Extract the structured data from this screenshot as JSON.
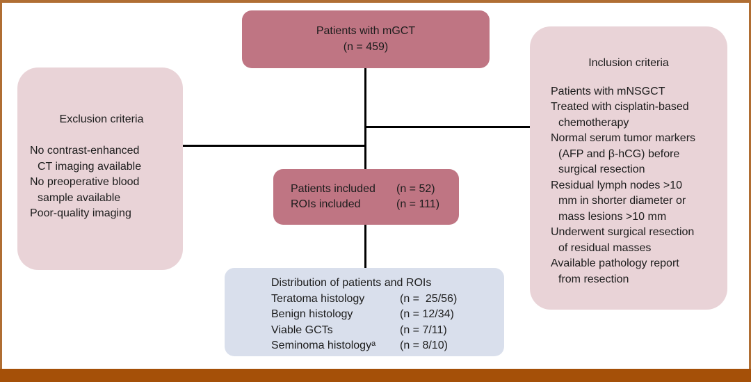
{
  "colors": {
    "dark_pink_box": "#bf7583",
    "light_pink_box": "#e9d3d7",
    "light_blue_box": "#d9dfec",
    "frame_border": "#b06e33",
    "bottom_band": "#a55008",
    "connector_line": "#000000"
  },
  "top_box": {
    "line1": "Patients with mGCT",
    "line2": "(n = 459)"
  },
  "exclusion_box": {
    "title": "Exclusion criteria",
    "lines": [
      "No contrast-enhanced",
      "CT imaging available",
      "No preoperative blood",
      "sample available",
      "Poor-quality imaging"
    ]
  },
  "inclusion_box": {
    "title": "Inclusion criteria",
    "lines": [
      "Patients with mNSGCT",
      "Treated with cisplatin-based",
      "chemotherapy",
      "Normal serum tumor markers",
      "(AFP and β-hCG) before",
      "surgical resection",
      "Residual lymph nodes >10",
      "mm in shorter diameter or",
      "mass lesions >10 mm",
      "Underwent surgical resection",
      "of residual masses",
      "Available pathology report",
      "from resection"
    ]
  },
  "included_box": {
    "rows": [
      {
        "label": "Patients included",
        "value": "(n = 52)"
      },
      {
        "label": "ROIs included",
        "value": "(n = 111)"
      }
    ]
  },
  "distribution_box": {
    "title": "Distribution of patients and ROIs",
    "rows": [
      {
        "label": "Teratoma histology",
        "value": "(n =  25/56)"
      },
      {
        "label": "Benign histology",
        "value": "(n = 12/34)"
      },
      {
        "label": "Viable GCTs",
        "value": "(n = 7/11)"
      },
      {
        "label": "Seminoma histologyᵃ",
        "value": "(n = 8/10)"
      }
    ]
  }
}
